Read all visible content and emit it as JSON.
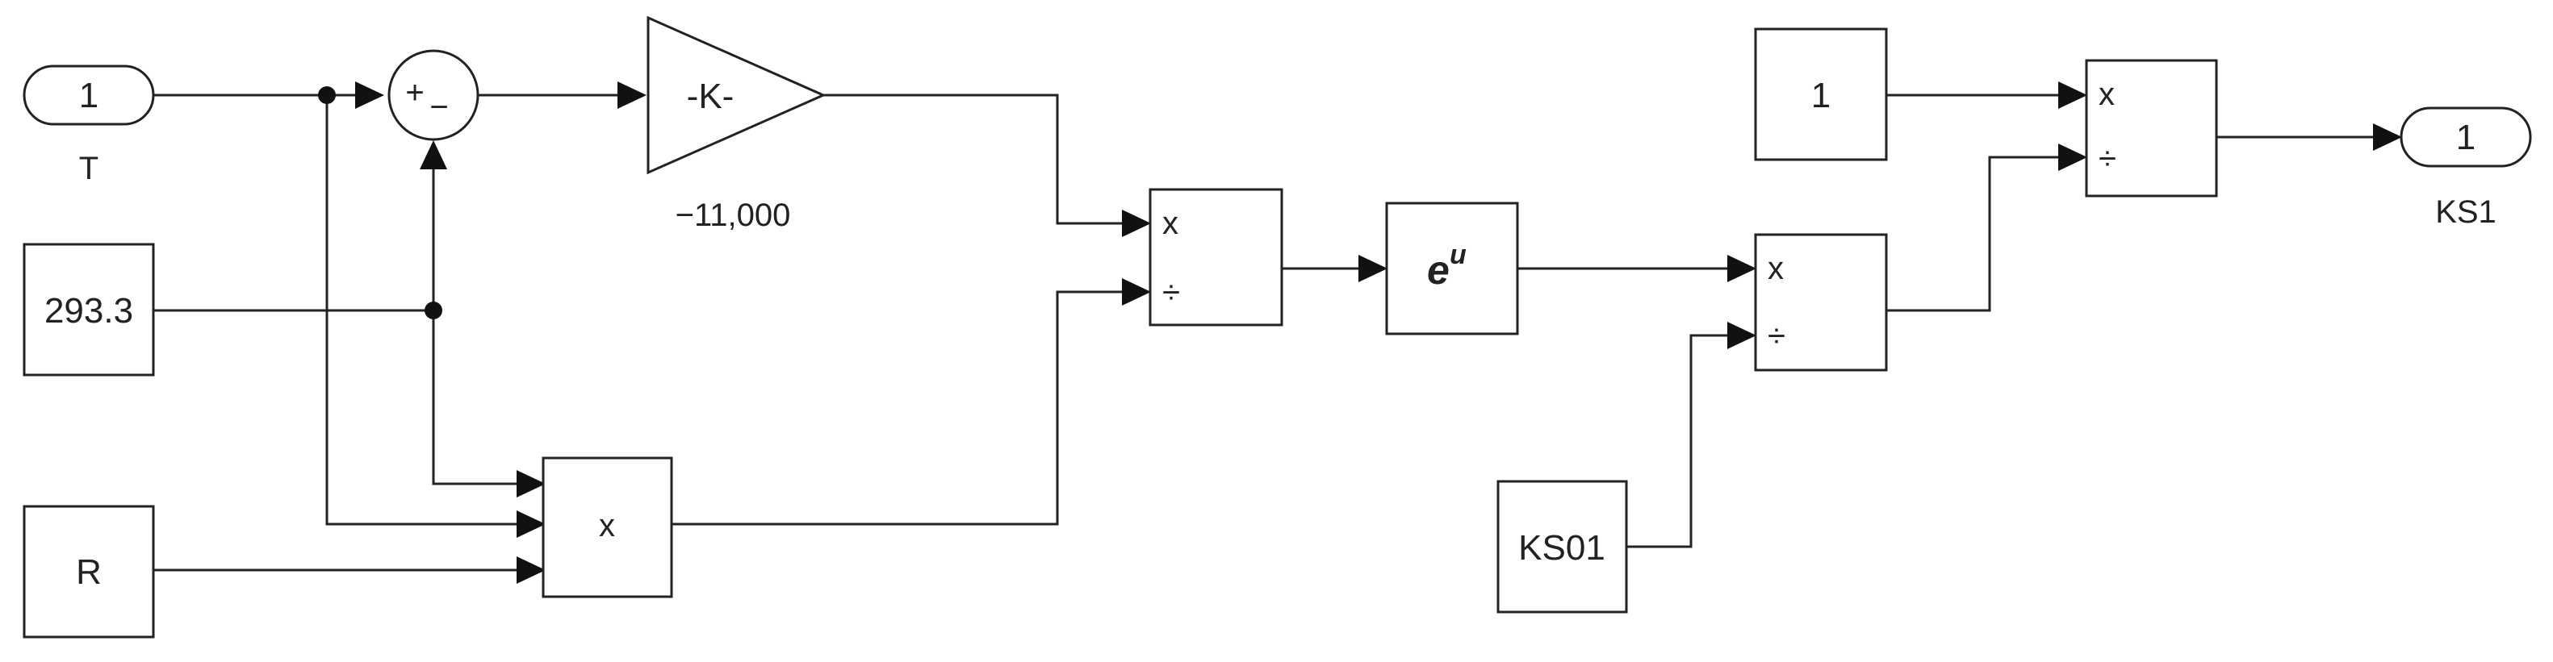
{
  "blocks": {
    "inport_T": {
      "number": "1",
      "name": "T"
    },
    "constant_temp": {
      "value": "293.3"
    },
    "constant_R": {
      "value": "R"
    },
    "sum": {
      "plus": "+",
      "minus": "−"
    },
    "gain": {
      "text": "-K-",
      "caption": "−11,000"
    },
    "product_T_R": {
      "op": "x"
    },
    "divide_1": {
      "op_mul": "x",
      "op_div": "÷"
    },
    "exp": {
      "base": "e",
      "exponent": "u"
    },
    "divide_2": {
      "op_mul": "x",
      "op_div": "÷"
    },
    "constant_KS01": {
      "value": "KS01"
    },
    "constant_one": {
      "value": "1"
    },
    "divide_3": {
      "op_mul": "x",
      "op_div": "÷"
    },
    "outport_KS1": {
      "number": "1",
      "name": "KS1"
    }
  }
}
